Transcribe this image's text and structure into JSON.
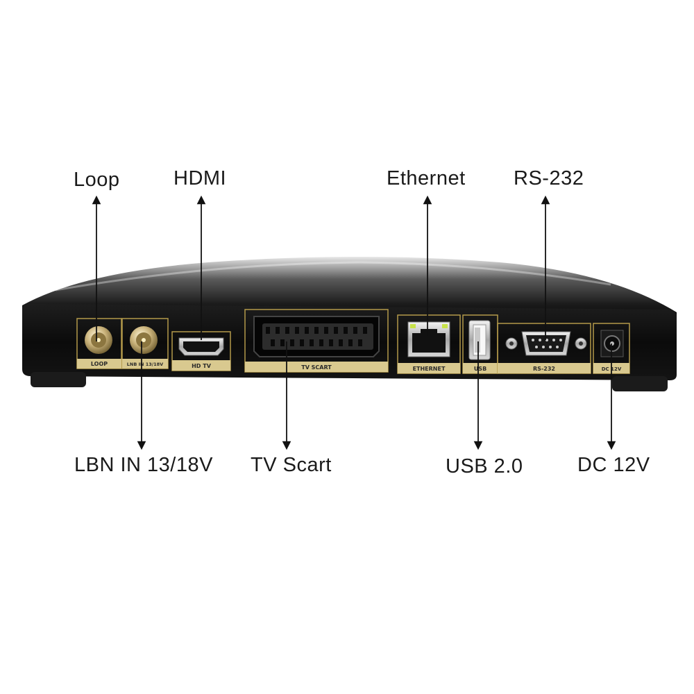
{
  "callouts": {
    "loop": "Loop",
    "hdmi": "HDMI",
    "ethernet": "Ethernet",
    "rs232": "RS-232",
    "lnb_in": "LBN IN 13/18V",
    "tv_scart": "TV Scart",
    "usb": "USB 2.0",
    "dc": "DC 12V"
  },
  "panel_labels": {
    "loop": "LOOP",
    "lnb_in": "LNB IN 13/18V",
    "hdtv": "HD TV",
    "scart": "TV SCART",
    "ethernet": "ETHERNET",
    "usb": "USB",
    "rs232": "RS-232",
    "dc": "DC 12V"
  },
  "colors": {
    "frame_gold": "#b49a4a",
    "label_strip": "#d9c98f",
    "body": "#0d0d0d"
  }
}
